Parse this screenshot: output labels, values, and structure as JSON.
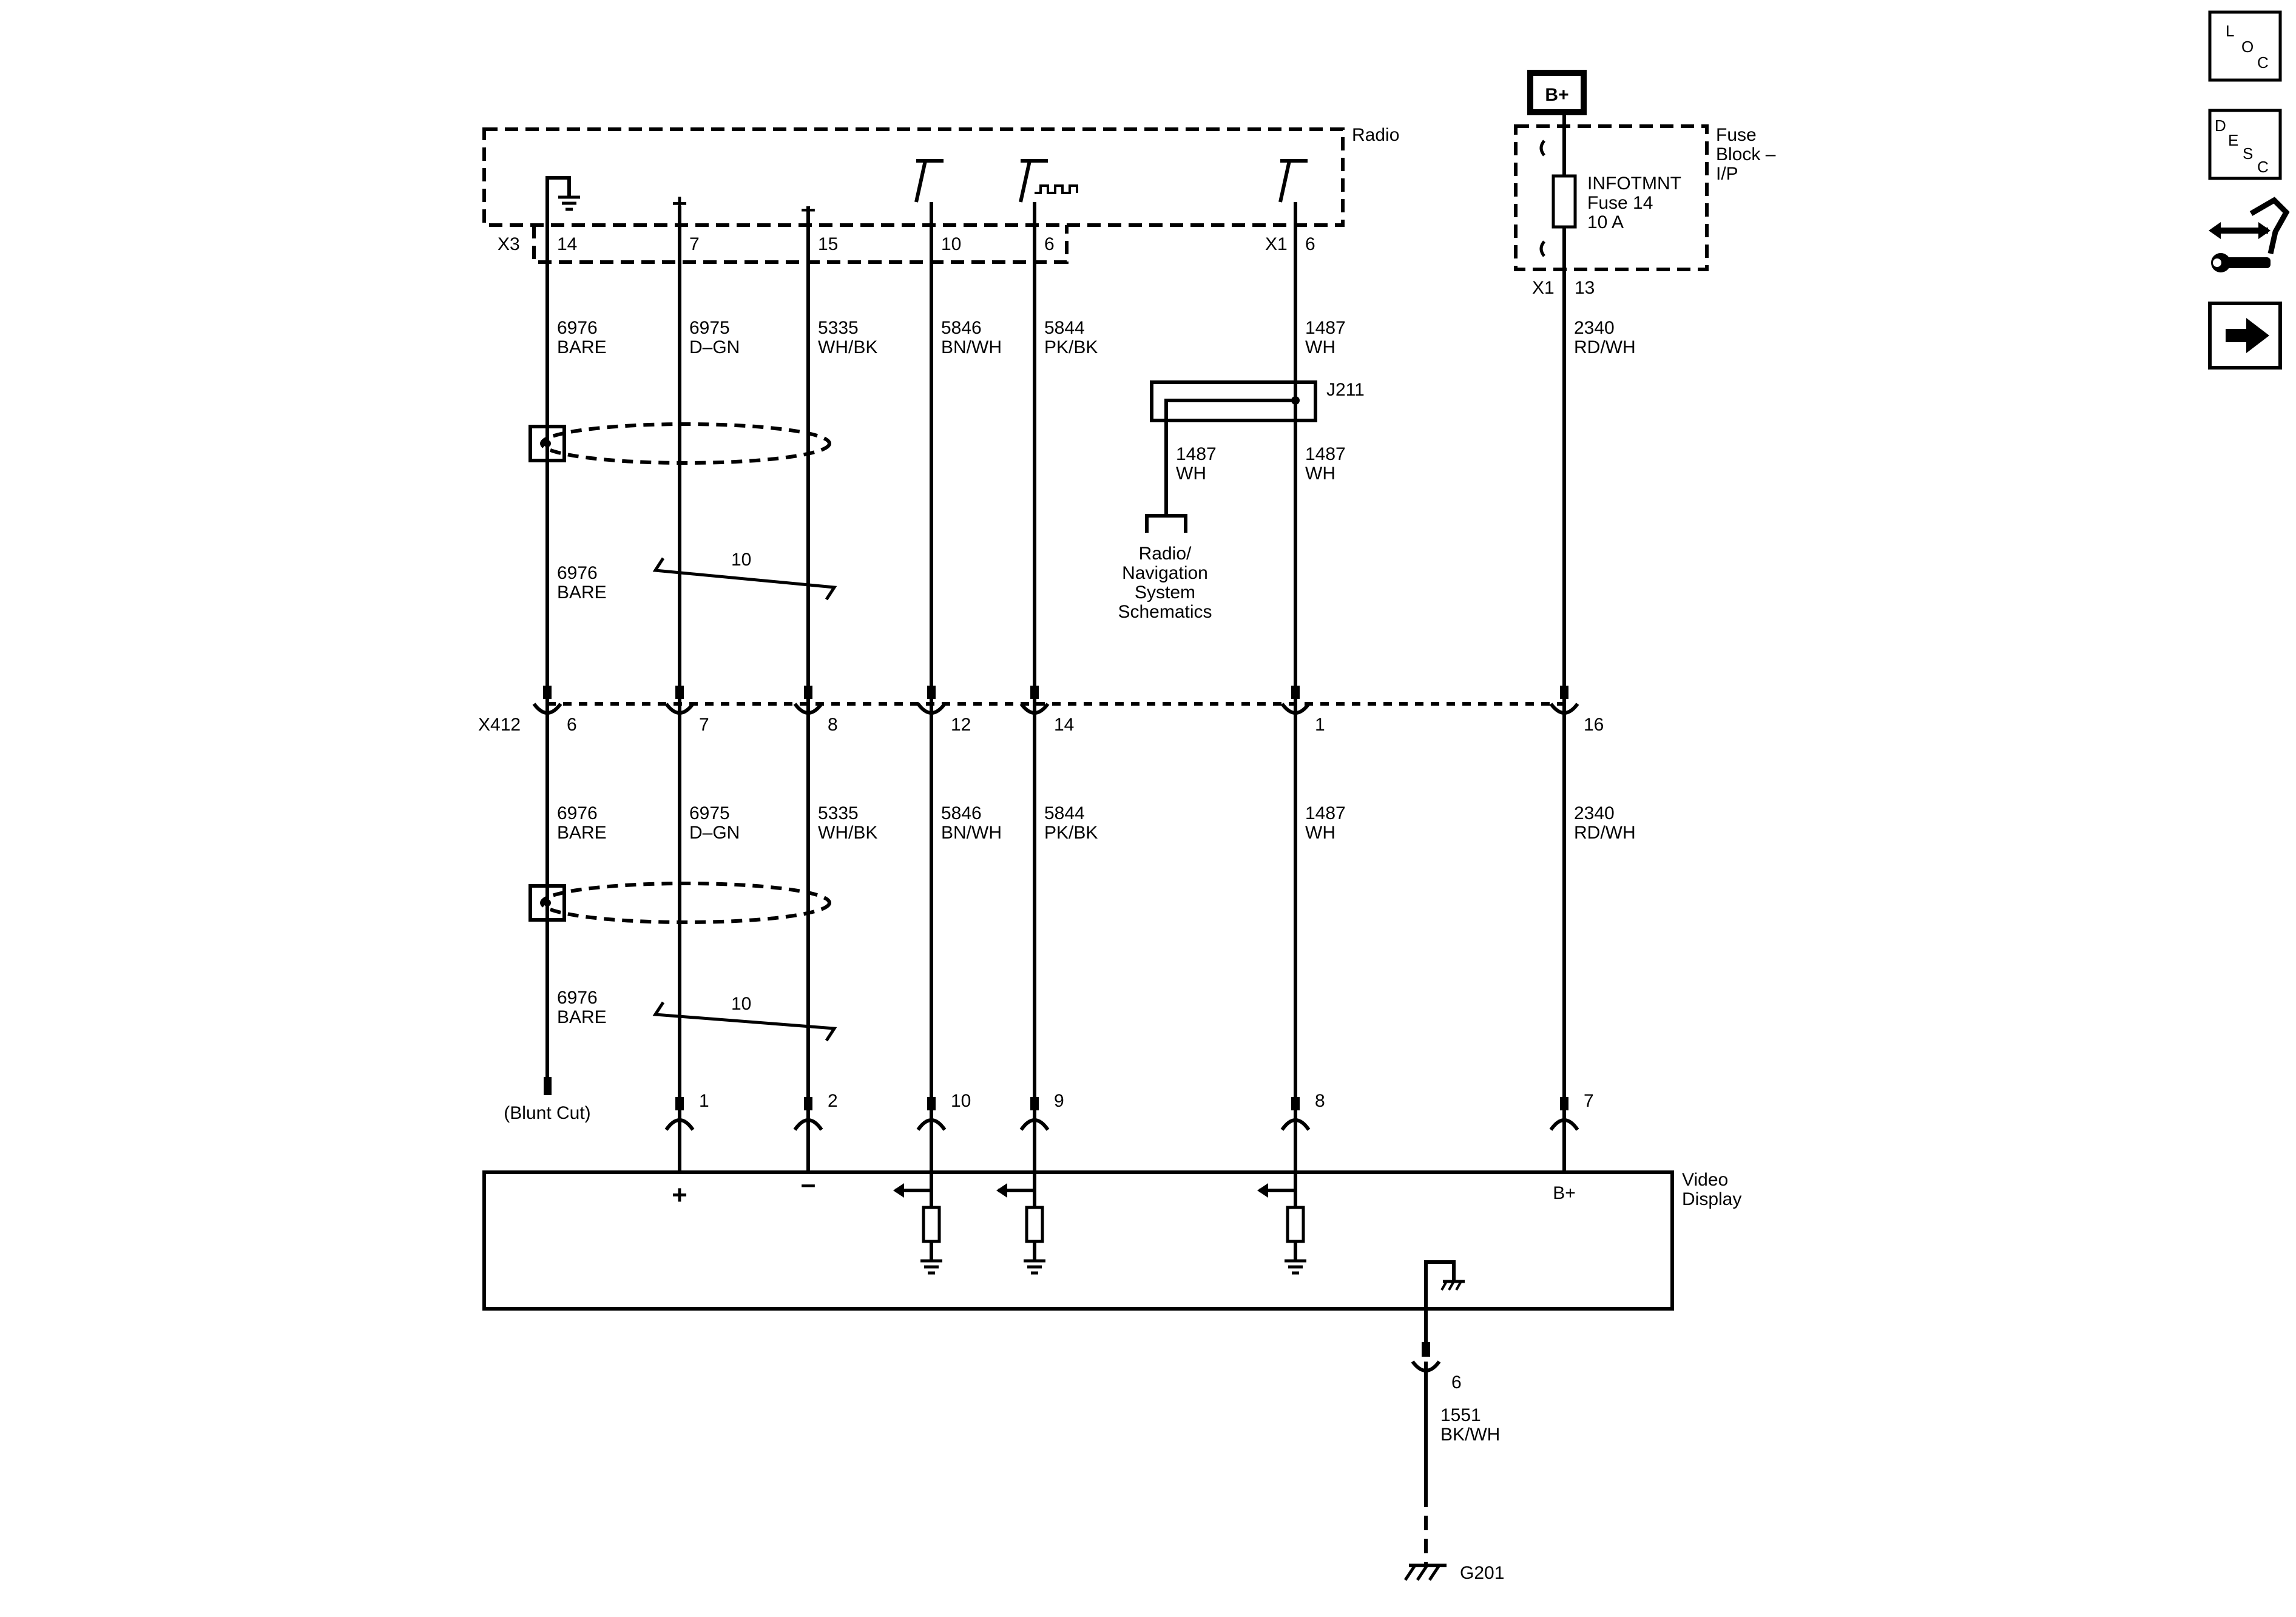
{
  "radio": {
    "label": "Radio"
  },
  "fuse_block": {
    "label_line1": "Fuse",
    "label_line2": "Block –",
    "label_line3": "I/P",
    "fuse_name": "INFOTMNT",
    "fuse_number": "Fuse 14",
    "fuse_rating": "10 A",
    "connector": "X1",
    "pin": "13",
    "power_label": "B+"
  },
  "video_display": {
    "label_line1": "Video",
    "label_line2": "Display",
    "bplus_label": "B+",
    "plus_label": "+",
    "minus_label": "–"
  },
  "radio_connectors": {
    "x3": "X3",
    "x1": "X1"
  },
  "radio_pins": [
    "14",
    "7",
    "15",
    "10",
    "6",
    "6"
  ],
  "radio_symbols": {
    "plus": "+",
    "minus": "–"
  },
  "inline_connector": {
    "name": "X412",
    "pins": [
      "6",
      "7",
      "8",
      "12",
      "14",
      "1",
      "16"
    ]
  },
  "display_pins": [
    "1",
    "2",
    "10",
    "9",
    "8",
    "7"
  ],
  "wires_upper": [
    {
      "circuit": "6976",
      "color": "BARE"
    },
    {
      "circuit": "6975",
      "color": "D–GN"
    },
    {
      "circuit": "5335",
      "color": "WH/BK"
    },
    {
      "circuit": "5846",
      "color": "BN/WH"
    },
    {
      "circuit": "5844",
      "color": "PK/BK"
    },
    {
      "circuit": "1487",
      "color": "WH"
    },
    {
      "circuit": "2340",
      "color": "RD/WH"
    }
  ],
  "wires_lower": [
    {
      "circuit": "6976",
      "color": "BARE"
    },
    {
      "circuit": "6975",
      "color": "D–GN"
    },
    {
      "circuit": "5335",
      "color": "WH/BK"
    },
    {
      "circuit": "5846",
      "color": "BN/WH"
    },
    {
      "circuit": "5844",
      "color": "PK/BK"
    },
    {
      "circuit": "1487",
      "color": "WH"
    },
    {
      "circuit": "2340",
      "color": "RD/WH"
    }
  ],
  "drain_wire_labels": [
    {
      "circuit": "6976",
      "color": "BARE"
    },
    {
      "circuit": "6976",
      "color": "BARE"
    }
  ],
  "twist_count": "10",
  "splice": {
    "name": "J211",
    "branch_circuit": "1487",
    "branch_color": "WH",
    "main_circuit": "1487",
    "main_color": "WH",
    "destination_line1": "Radio/",
    "destination_line2": "Navigation",
    "destination_line3": "System",
    "destination_line4": "Schematics"
  },
  "blunt_cut": "(Blunt Cut)",
  "ground": {
    "pin": "6",
    "circuit": "1551",
    "color": "BK/WH",
    "name": "G201"
  },
  "nav_buttons": [
    {
      "id": "loc",
      "letters": [
        "L",
        "O",
        "C"
      ]
    },
    {
      "id": "desc",
      "letters": [
        "D",
        "E",
        "S",
        "C"
      ]
    },
    {
      "id": "connector-tool",
      "icon": "connector-tool-icon"
    },
    {
      "id": "next",
      "icon": "arrow-right-icon"
    }
  ]
}
